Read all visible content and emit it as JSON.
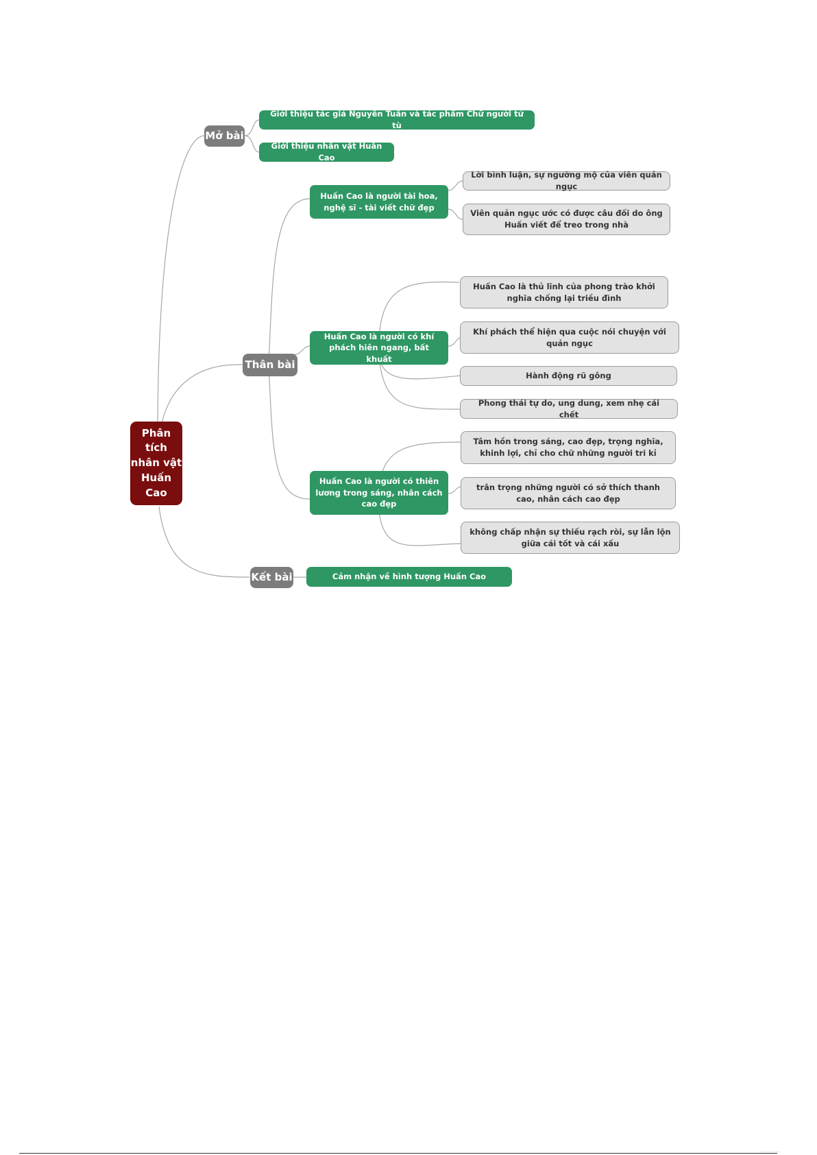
{
  "mindmap": {
    "root": "Phân\ntích\nnhân vật\nHuấn\nCao",
    "intro": {
      "label": "Mở bài",
      "items": [
        "Giới thiệu tác giả Nguyễn Tuân và tác phẩm Chữ người tử tù",
        "Giới thiệu nhân vật Huấn Cao"
      ]
    },
    "body": {
      "label": "Thân bài",
      "topics": [
        {
          "label": "Huấn Cao là người tài hoa, nghệ sĩ - tài viết chữ đẹp",
          "details": [
            "Lời bình luận, sự ngưỡng mộ của viên quản ngục",
            "Viên quản ngục ước có được câu đối do ông Huấn viết để treo trong nhà"
          ]
        },
        {
          "label": "Huấn Cao là người có khí phách hiên ngang, bất khuất",
          "details": [
            "Huấn Cao là thủ lĩnh của phong trào khởi nghĩa chống lại triều đình",
            "Khí phách thể hiện qua cuộc nói chuyện với quản ngục",
            "Hành động rũ gông",
            "Phong thái tự do, ung dung, xem nhẹ cái chết"
          ]
        },
        {
          "label": "Huấn Cao là người có thiên lương trong sáng, nhân cách cao đẹp",
          "details": [
            "Tâm hồn trong sáng, cao đẹp, trọng nghĩa, khinh lợi, chỉ cho chữ những người tri kỉ",
            "trân trọng những người có sở thích thanh cao, nhân cách cao đẹp",
            "không chấp nhận sự thiếu rạch ròi, sự lẫn lộn giữa cái tốt và cái xấu"
          ]
        }
      ]
    },
    "conclusion": {
      "label": "Kết bài",
      "items": [
        "Cảm nhận về hình tượng Huấn Cao"
      ]
    }
  },
  "footer": {
    "marks": "·· ·· ·· ··· ···"
  },
  "colors": {
    "root": "#7a0d0d",
    "section": "#7c7c7c",
    "topic": "#2e9764",
    "detail": "#e3e3e3",
    "connector": "#a6a6a6"
  }
}
